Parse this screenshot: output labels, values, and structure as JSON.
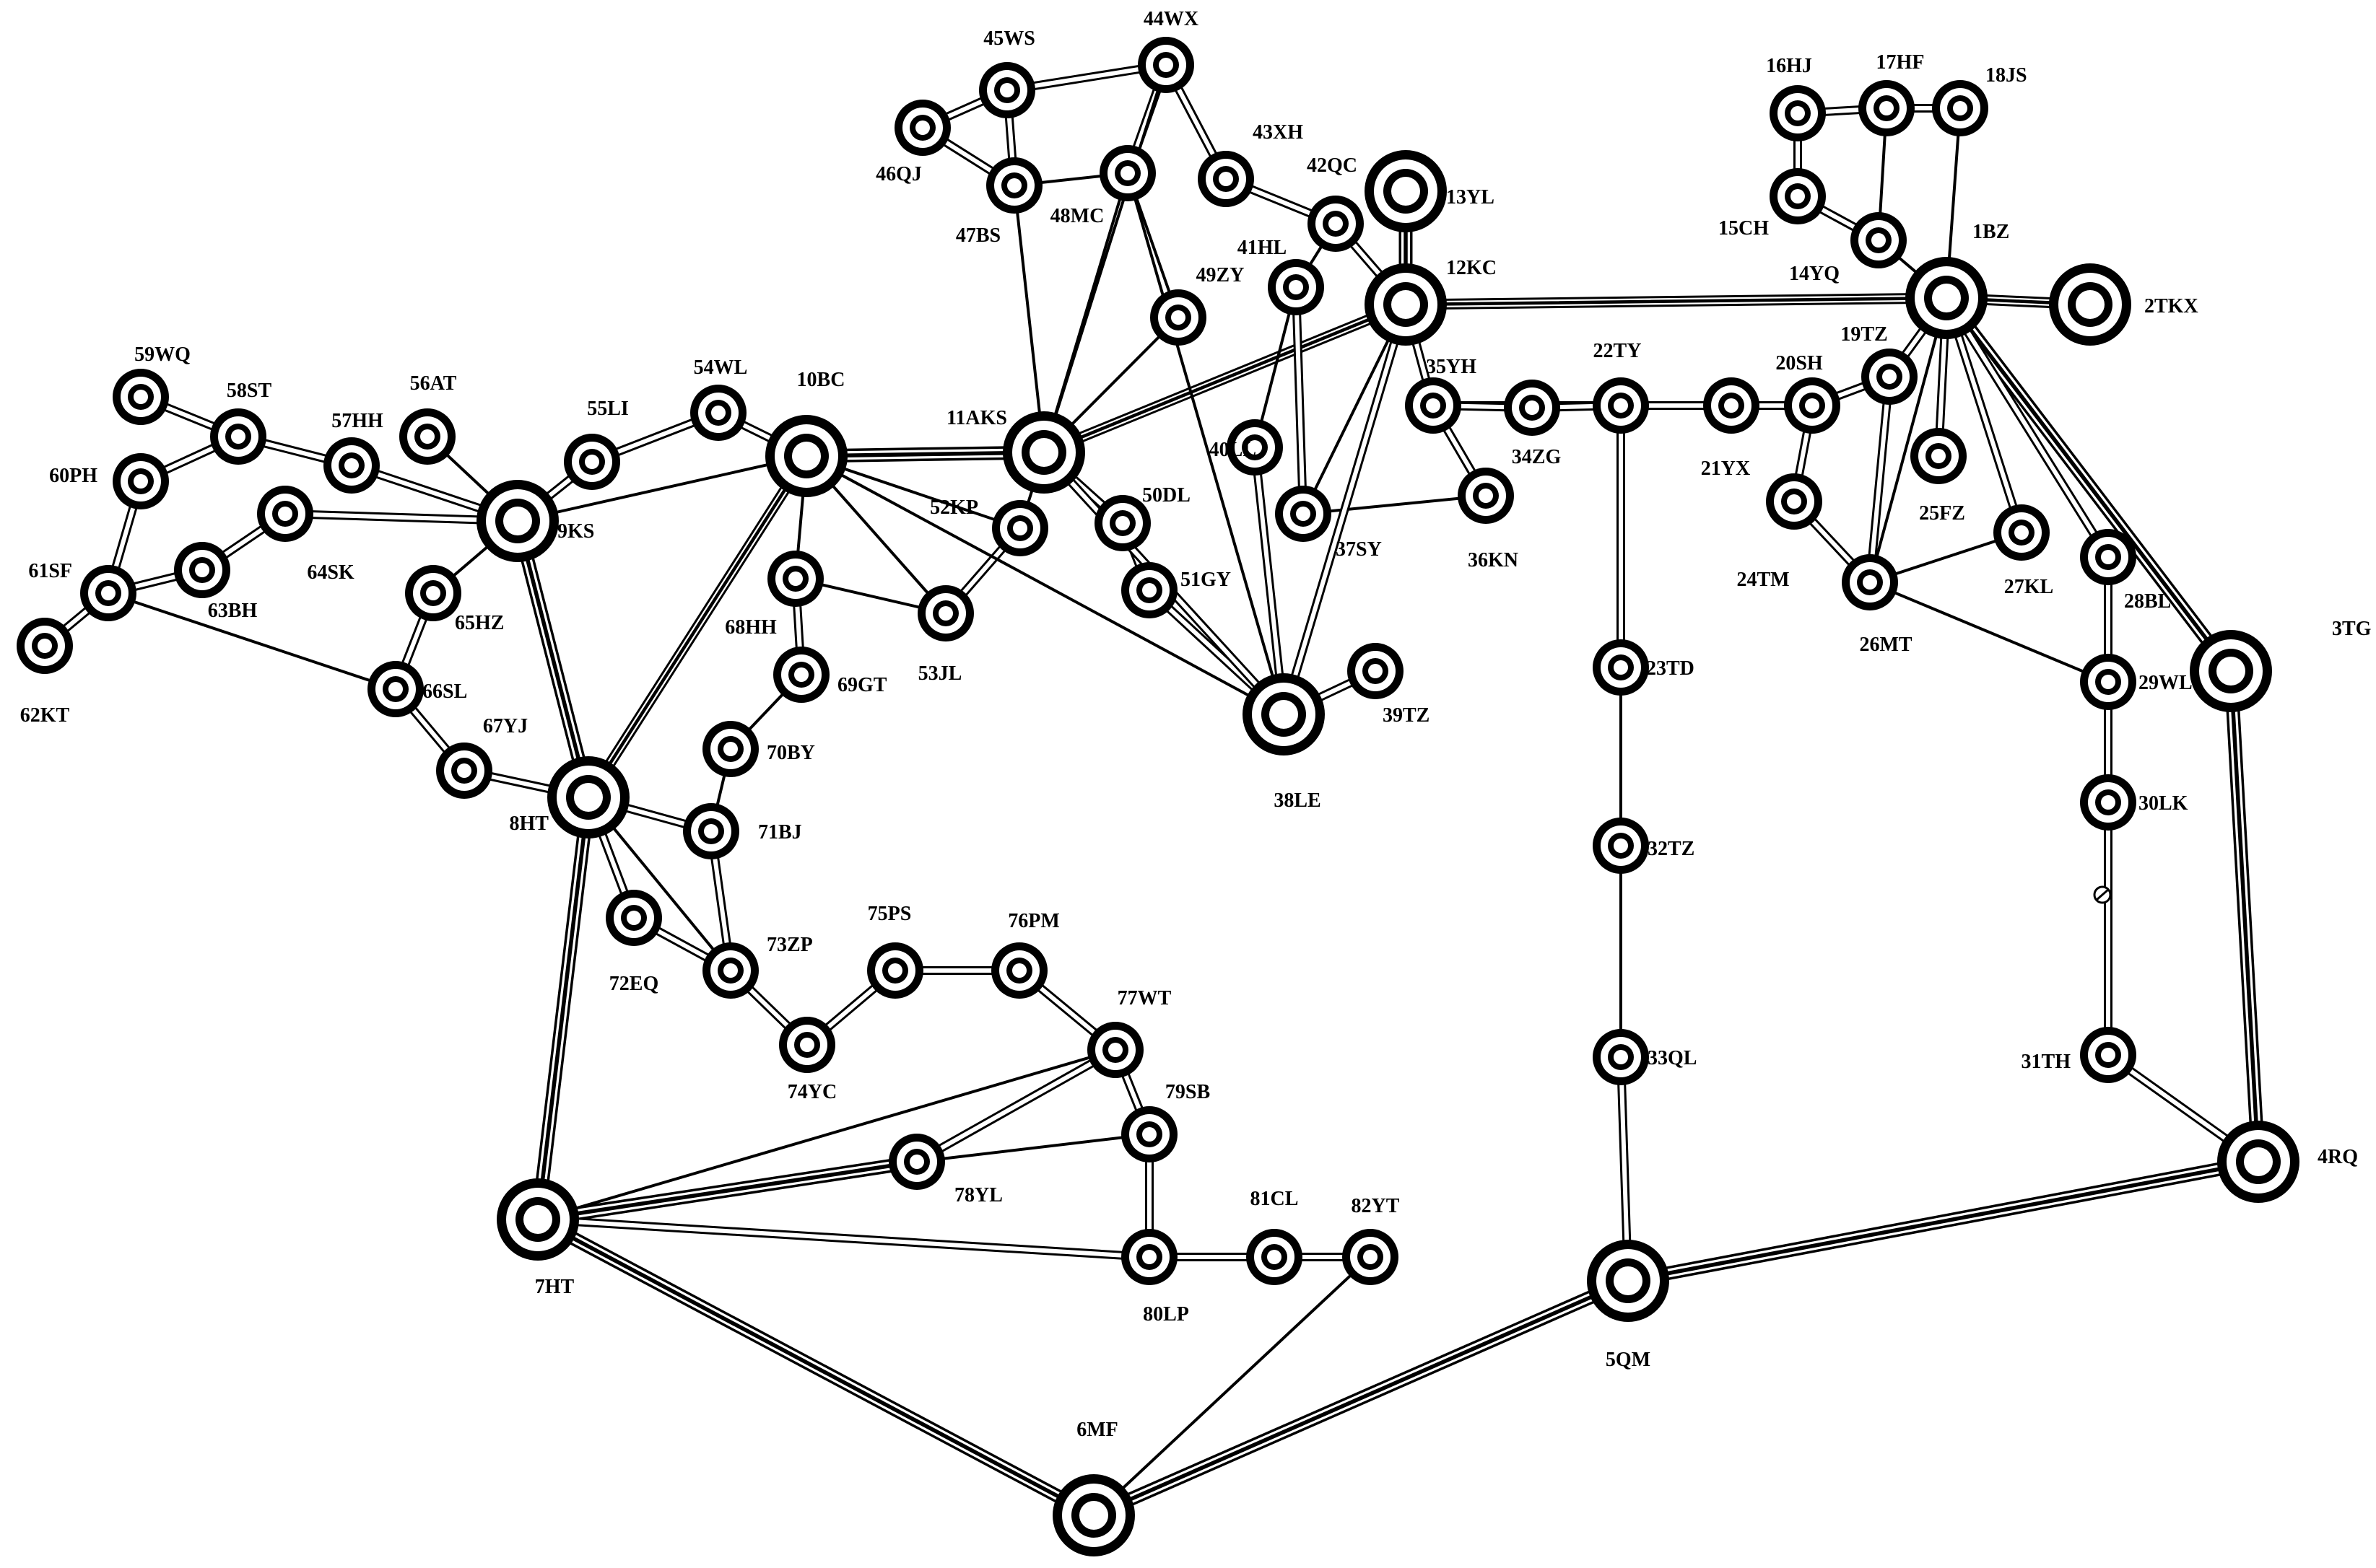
{
  "nodes": [
    {
      "id": "1BZ",
      "label": "1BZ",
      "size": "L"
    },
    {
      "id": "2TKX",
      "label": "2TKX",
      "size": "L"
    },
    {
      "id": "3TG",
      "label": "3TG",
      "size": "L"
    },
    {
      "id": "4RQ",
      "label": "4RQ",
      "size": "L"
    },
    {
      "id": "5QM",
      "label": "5QM",
      "size": "L"
    },
    {
      "id": "6MF",
      "label": "6MF",
      "size": "L"
    },
    {
      "id": "7HT",
      "label": "7HT",
      "size": "L"
    },
    {
      "id": "8HT",
      "label": "8HT",
      "size": "L"
    },
    {
      "id": "9KS",
      "label": "9KS",
      "size": "L"
    },
    {
      "id": "10BC",
      "label": "10BC",
      "size": "L"
    },
    {
      "id": "11AKS",
      "label": "11AKS",
      "size": "L"
    },
    {
      "id": "12KC",
      "label": "12KC",
      "size": "L"
    },
    {
      "id": "13YL",
      "label": "13YL",
      "size": "L"
    },
    {
      "id": "14YQ",
      "label": "14YQ",
      "size": "S"
    },
    {
      "id": "15CH",
      "label": "15CH",
      "size": "S"
    },
    {
      "id": "16HJ",
      "label": "16HJ",
      "size": "S"
    },
    {
      "id": "17HF",
      "label": "17HF",
      "size": "S"
    },
    {
      "id": "18JS",
      "label": "18JS",
      "size": "S"
    },
    {
      "id": "19TZ",
      "label": "19TZ",
      "size": "S"
    },
    {
      "id": "20SH",
      "label": "20SH",
      "size": "S"
    },
    {
      "id": "21YX",
      "label": "21YX",
      "size": "S"
    },
    {
      "id": "22TY",
      "label": "22TY",
      "size": "S"
    },
    {
      "id": "23TD",
      "label": "23TD",
      "size": "S"
    },
    {
      "id": "24TM",
      "label": "24TM",
      "size": "S"
    },
    {
      "id": "25FZ",
      "label": "25FZ",
      "size": "S"
    },
    {
      "id": "26MT",
      "label": "26MT",
      "size": "S"
    },
    {
      "id": "27KL",
      "label": "27KL",
      "size": "S"
    },
    {
      "id": "28BL",
      "label": "28BL",
      "size": "S"
    },
    {
      "id": "29WL",
      "label": "29WL",
      "size": "S"
    },
    {
      "id": "30LK",
      "label": "30LK",
      "size": "S"
    },
    {
      "id": "31TH",
      "label": "31TH",
      "size": "S"
    },
    {
      "id": "32TZ",
      "label": "32TZ",
      "size": "S"
    },
    {
      "id": "33QL",
      "label": "33QL",
      "size": "S"
    },
    {
      "id": "34ZG",
      "label": "34ZG",
      "size": "S"
    },
    {
      "id": "35YH",
      "label": "35YH",
      "size": "S"
    },
    {
      "id": "36KN",
      "label": "36KN",
      "size": "S"
    },
    {
      "id": "37SY",
      "label": "37SY",
      "size": "S"
    },
    {
      "id": "38LE",
      "label": "38LE",
      "size": "L"
    },
    {
      "id": "39TZ",
      "label": "39TZ",
      "size": "S"
    },
    {
      "id": "40LL",
      "label": "40LL",
      "size": "S"
    },
    {
      "id": "41HL",
      "label": "41HL",
      "size": "S"
    },
    {
      "id": "42QC",
      "label": "42QC",
      "size": "S"
    },
    {
      "id": "43XH",
      "label": "43XH",
      "size": "S"
    },
    {
      "id": "44WX",
      "label": "44WX",
      "size": "S"
    },
    {
      "id": "45WS",
      "label": "45WS",
      "size": "S"
    },
    {
      "id": "46QJ",
      "label": "46QJ",
      "size": "S"
    },
    {
      "id": "47BS",
      "label": "47BS",
      "size": "S"
    },
    {
      "id": "48MC",
      "label": "48MC",
      "size": "S"
    },
    {
      "id": "49ZY",
      "label": "49ZY",
      "size": "S"
    },
    {
      "id": "50DL",
      "label": "50DL",
      "size": "S"
    },
    {
      "id": "51GY",
      "label": "51GY",
      "size": "S"
    },
    {
      "id": "52KP",
      "label": "52KP",
      "size": "S"
    },
    {
      "id": "53JL",
      "label": "53JL",
      "size": "S"
    },
    {
      "id": "54WL",
      "label": "54WL",
      "size": "S"
    },
    {
      "id": "55LI",
      "label": "55LI",
      "size": "S"
    },
    {
      "id": "56AT",
      "label": "56AT",
      "size": "S"
    },
    {
      "id": "57HH",
      "label": "57HH",
      "size": "S"
    },
    {
      "id": "58ST",
      "label": "58ST",
      "size": "S"
    },
    {
      "id": "59WQ",
      "label": "59WQ",
      "size": "S"
    },
    {
      "id": "60PH",
      "label": "60PH",
      "size": "S"
    },
    {
      "id": "61SF",
      "label": "61SF",
      "size": "S"
    },
    {
      "id": "62KT",
      "label": "62KT",
      "size": "S"
    },
    {
      "id": "63BH",
      "label": "63BH",
      "size": "S"
    },
    {
      "id": "64SK",
      "label": "64SK",
      "size": "S"
    },
    {
      "id": "65HZ",
      "label": "65HZ",
      "size": "S"
    },
    {
      "id": "66SL",
      "label": "66SL",
      "size": "S"
    },
    {
      "id": "67YJ",
      "label": "67YJ",
      "size": "S"
    },
    {
      "id": "68HH",
      "label": "68HH",
      "size": "S"
    },
    {
      "id": "69GT",
      "label": "69GT",
      "size": "S"
    },
    {
      "id": "70BY",
      "label": "70BY",
      "size": "S"
    },
    {
      "id": "71BJ",
      "label": "71BJ",
      "size": "S"
    },
    {
      "id": "72EQ",
      "label": "72EQ",
      "size": "S"
    },
    {
      "id": "73ZP",
      "label": "73ZP",
      "size": "S"
    },
    {
      "id": "74YC",
      "label": "74YC",
      "size": "S"
    },
    {
      "id": "75PS",
      "label": "75PS",
      "size": "S"
    },
    {
      "id": "76PM",
      "label": "76PM",
      "size": "S"
    },
    {
      "id": "77WT",
      "label": "77WT",
      "size": "S"
    },
    {
      "id": "78YL",
      "label": "78YL",
      "size": "S"
    },
    {
      "id": "79SB",
      "label": "79SB",
      "size": "S"
    },
    {
      "id": "80LP",
      "label": "80LP",
      "size": "S"
    },
    {
      "id": "81CL",
      "label": "81CL",
      "size": "S"
    },
    {
      "id": "82YT",
      "label": "82YT",
      "size": "S"
    }
  ],
  "edges": [
    [
      "12KC",
      "1BZ",
      "m"
    ],
    [
      "1BZ",
      "2TKX",
      "m"
    ],
    [
      "1BZ",
      "3TG",
      "t"
    ],
    [
      "3TG",
      "4RQ",
      "t"
    ],
    [
      "4RQ",
      "5QM",
      "t"
    ],
    [
      "5QM",
      "6MF",
      "t"
    ],
    [
      "6MF",
      "7HT",
      "t"
    ],
    [
      "7HT",
      "8HT",
      "t"
    ],
    [
      "8HT",
      "9KS",
      "t"
    ],
    [
      "8HT",
      "10BC",
      "m"
    ],
    [
      "10BC",
      "11AKS",
      "t"
    ],
    [
      "11AKS",
      "12KC",
      "m"
    ],
    [
      "12KC",
      "13YL",
      "t"
    ],
    [
      "1BZ",
      "14YQ",
      "s"
    ],
    [
      "14YQ",
      "15CH",
      "d"
    ],
    [
      "15CH",
      "16HJ",
      "d"
    ],
    [
      "16HJ",
      "17HF",
      "d"
    ],
    [
      "17HF",
      "18JS",
      "d"
    ],
    [
      "17HF",
      "14YQ",
      "s"
    ],
    [
      "18JS",
      "1BZ",
      "s"
    ],
    [
      "1BZ",
      "19TZ",
      "d"
    ],
    [
      "19TZ",
      "20SH",
      "d"
    ],
    [
      "20SH",
      "21YX",
      "d"
    ],
    [
      "21YX",
      "22TY",
      "d"
    ],
    [
      "22TY",
      "35YH",
      "d"
    ],
    [
      "35YH",
      "34ZG",
      "d"
    ],
    [
      "34ZG",
      "22TY",
      "d"
    ],
    [
      "35YH",
      "36KN",
      "d"
    ],
    [
      "36KN",
      "37SY",
      "s"
    ],
    [
      "22TY",
      "23TD",
      "d"
    ],
    [
      "23TD",
      "32TZ",
      "s"
    ],
    [
      "32TZ",
      "33QL",
      "s"
    ],
    [
      "33QL",
      "5QM",
      "d"
    ],
    [
      "20SH",
      "24TM",
      "d"
    ],
    [
      "24TM",
      "26MT",
      "d"
    ],
    [
      "19TZ",
      "26MT",
      "d"
    ],
    [
      "26MT",
      "27KL",
      "s"
    ],
    [
      "26MT",
      "29WL",
      "s"
    ],
    [
      "1BZ",
      "25FZ",
      "d"
    ],
    [
      "1BZ",
      "27KL",
      "d"
    ],
    [
      "1BZ",
      "26MT",
      "s"
    ],
    [
      "1BZ",
      "28BL",
      "d"
    ],
    [
      "28BL",
      "29WL",
      "d"
    ],
    [
      "29WL",
      "30LK",
      "d"
    ],
    [
      "30LK",
      "31TH",
      "d"
    ],
    [
      "31TH",
      "4RQ",
      "d"
    ],
    [
      "12KC",
      "35YH",
      "d"
    ],
    [
      "12KC",
      "42QC",
      "d"
    ],
    [
      "42QC",
      "43XH",
      "d"
    ],
    [
      "43XH",
      "44WX",
      "d"
    ],
    [
      "44WX",
      "45WS",
      "d"
    ],
    [
      "45WS",
      "46QJ",
      "d"
    ],
    [
      "46QJ",
      "47BS",
      "d"
    ],
    [
      "47BS",
      "45WS",
      "d"
    ],
    [
      "47BS",
      "48MC",
      "s"
    ],
    [
      "48MC",
      "44WX",
      "d"
    ],
    [
      "44WX",
      "11AKS",
      "s"
    ],
    [
      "48MC",
      "11AKS",
      "s"
    ],
    [
      "47BS",
      "11AKS",
      "s"
    ],
    [
      "48MC",
      "49ZY",
      "s"
    ],
    [
      "49ZY",
      "11AKS",
      "s"
    ],
    [
      "48MC",
      "38LE",
      "s"
    ],
    [
      "42QC",
      "41HL",
      "s"
    ],
    [
      "41HL",
      "37SY",
      "d"
    ],
    [
      "41HL",
      "40LL",
      "s"
    ],
    [
      "40LL",
      "38LE",
      "d"
    ],
    [
      "12KC",
      "38LE",
      "d"
    ],
    [
      "12KC",
      "37SY",
      "s"
    ],
    [
      "38LE",
      "39TZ",
      "d"
    ],
    [
      "11AKS",
      "50DL",
      "d"
    ],
    [
      "50DL",
      "51GY",
      "d"
    ],
    [
      "51GY",
      "38LE",
      "d"
    ],
    [
      "11AKS",
      "38LE",
      "d"
    ],
    [
      "11AKS",
      "52KP",
      "s"
    ],
    [
      "52KP",
      "53JL",
      "d"
    ],
    [
      "10BC",
      "38LE",
      "s"
    ],
    [
      "10BC",
      "53JL",
      "s"
    ],
    [
      "10BC",
      "68HH",
      "s"
    ],
    [
      "68HH",
      "53JL",
      "s"
    ],
    [
      "10BC",
      "52KP",
      "s"
    ],
    [
      "68HH",
      "69GT",
      "d"
    ],
    [
      "69GT",
      "70BY",
      "s"
    ],
    [
      "70BY",
      "71BJ",
      "s"
    ],
    [
      "71BJ",
      "8HT",
      "d"
    ],
    [
      "71BJ",
      "73ZP",
      "d"
    ],
    [
      "8HT",
      "72EQ",
      "d"
    ],
    [
      "72EQ",
      "73ZP",
      "d"
    ],
    [
      "73ZP",
      "74YC",
      "d"
    ],
    [
      "74YC",
      "75PS",
      "d"
    ],
    [
      "75PS",
      "76PM",
      "d"
    ],
    [
      "76PM",
      "77WT",
      "d"
    ],
    [
      "77WT",
      "79SB",
      "d"
    ],
    [
      "77WT",
      "78YL",
      "d"
    ],
    [
      "78YL",
      "79SB",
      "s"
    ],
    [
      "79SB",
      "80LP",
      "d"
    ],
    [
      "7HT",
      "78YL",
      "t"
    ],
    [
      "7HT",
      "80LP",
      "d"
    ],
    [
      "7HT",
      "77WT",
      "s"
    ],
    [
      "80LP",
      "81CL",
      "d"
    ],
    [
      "81CL",
      "82YT",
      "d"
    ],
    [
      "82YT",
      "6MF",
      "s"
    ],
    [
      "10BC",
      "9KS",
      "s"
    ],
    [
      "9KS",
      "55LI",
      "d"
    ],
    [
      "55LI",
      "54WL",
      "d"
    ],
    [
      "54WL",
      "10BC",
      "d"
    ],
    [
      "9KS",
      "56AT",
      "s"
    ],
    [
      "9KS",
      "57HH",
      "d"
    ],
    [
      "57HH",
      "58ST",
      "d"
    ],
    [
      "58ST",
      "59WQ",
      "d"
    ],
    [
      "58ST",
      "60PH",
      "d"
    ],
    [
      "60PH",
      "61SF",
      "d"
    ],
    [
      "61SF",
      "62KT",
      "d"
    ],
    [
      "61SF",
      "63BH",
      "d"
    ],
    [
      "63BH",
      "64SK",
      "d"
    ],
    [
      "64SK",
      "9KS",
      "d"
    ],
    [
      "61SF",
      "66SL",
      "s"
    ],
    [
      "9KS",
      "65HZ",
      "s"
    ],
    [
      "65HZ",
      "66SL",
      "d"
    ],
    [
      "66SL",
      "67YJ",
      "d"
    ],
    [
      "67YJ",
      "8HT",
      "d"
    ],
    [
      "8HT",
      "73ZP",
      "s"
    ]
  ]
}
